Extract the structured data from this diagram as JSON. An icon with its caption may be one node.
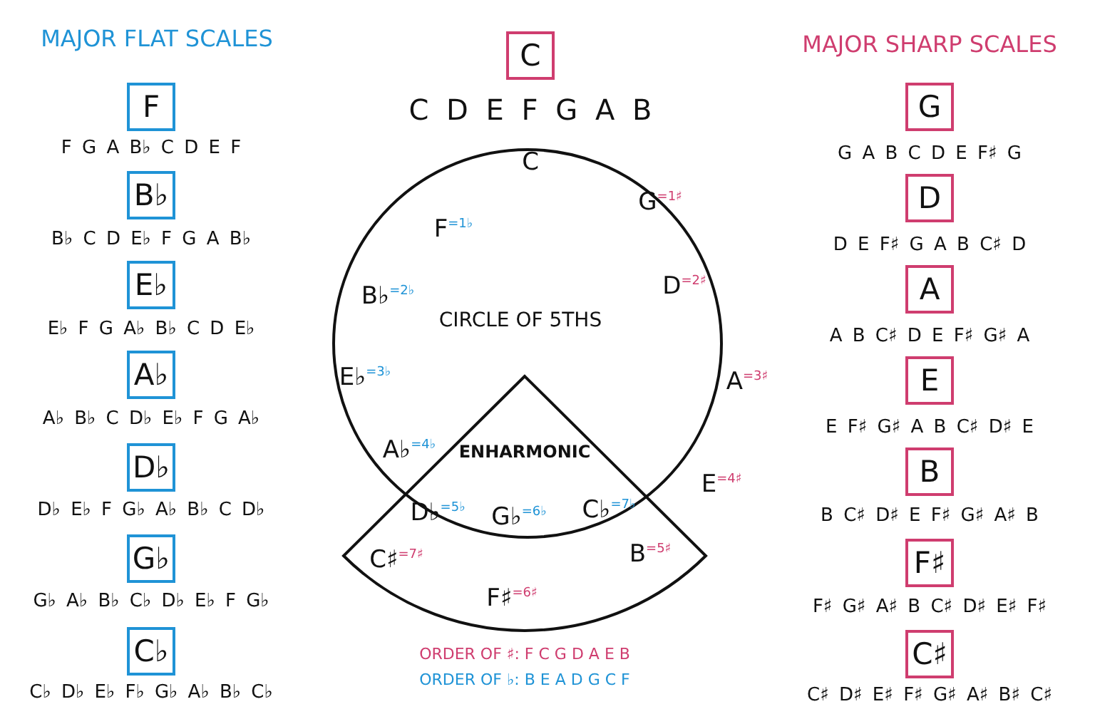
{
  "diagram": {
    "nodes": [
      {
        "text": [
          "C"
        ],
        "beside": [
          "C D E F G A B"
        ]
      },
      {
        "text": [
          "F"
        ],
        "beside": [
          "F G A B♭ C D E F"
        ]
      },
      {
        "text": [
          "B♭"
        ],
        "beside": [
          "B♭ C D E♭ F G A B♭"
        ]
      },
      {
        "text": [
          "E♭"
        ],
        "beside": [
          "E♭ F G A♭ B♭ C D E♭"
        ]
      },
      {
        "text": [
          "A♭"
        ],
        "beside": [
          "A♭ B♭ C D♭ E♭ F G A♭"
        ]
      },
      {
        "text": [
          "D♭"
        ],
        "beside": [
          "D♭ E♭ F G♭ A♭ B♭ C D♭"
        ]
      },
      {
        "text": [
          "G♭"
        ],
        "beside": [
          "G♭ A♭ B♭ C♭ D♭ E♭ F G♭"
        ]
      },
      {
        "text": [
          "C♭"
        ],
        "beside": [
          "C♭ D♭ E♭ F♭ G♭ A♭ B♭ C♭"
        ]
      },
      {
        "text": [
          "G"
        ],
        "beside": [
          "G A B C D E F♯ G"
        ]
      },
      {
        "text": [
          "D"
        ],
        "beside": [
          "D E F♯ G A B C♯ D"
        ]
      },
      {
        "text": [
          "A"
        ],
        "beside": [
          "A B C♯ D E F♯ G♯ A"
        ]
      },
      {
        "text": [
          "E"
        ],
        "beside": [
          "E F♯ G♯ A B C♯ D♯ E"
        ]
      },
      {
        "text": [
          "B"
        ],
        "beside": [
          "B C♯ D♯ E F♯ G♯ A♯ B"
        ]
      },
      {
        "text": [
          "F♯"
        ],
        "beside": [
          "F♯ G♯ A♯ B C♯ D♯ E♯ F♯"
        ]
      },
      {
        "text": [
          "C♯"
        ],
        "beside": [
          "C♯ D♯ E♯ F♯ G♯ A♯ B♯ C♯"
        ]
      },
      {
        "text": [
          "CIRCLE OF 5THS"
        ]
      },
      {
        "text": [
          "ENHARMONIC"
        ]
      }
    ],
    "edges": [],
    "labels": [
      "MAJOR FLAT SCALES",
      "MAJOR SHARP SCALES",
      "C",
      "G$^{=1♯}$",
      "F$^{=1♭}$",
      "D$^{=2♯}$",
      "B♭$^{=2♭}$",
      "E♭$^{=3♭}$",
      "A$^{=3♯}$",
      "A♭$^{=4♭}$",
      "E$^{=4♯}$",
      "D♭$^{=5♭}$",
      "G♭$^{=6♭}$",
      "C♭$^{=7♭}$",
      "C♯$^{=7♯}$",
      "B$^{=5♯}$",
      "F♯$^{=6♯}$",
      "ORDER OF ♯: F C G D A E B",
      "ORDER OF ♭: B E A D G C F"
    ]
  }
}
